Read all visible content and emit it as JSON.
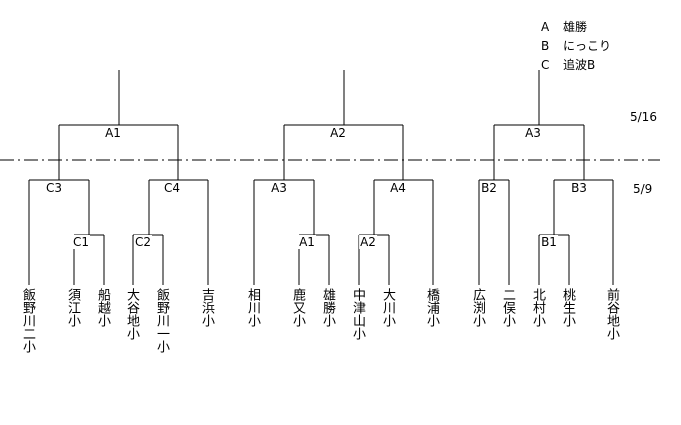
{
  "legend": [
    {
      "key": "A",
      "value": "雄勝"
    },
    {
      "key": "B",
      "value": "にっこり"
    },
    {
      "key": "C",
      "value": "追波B"
    }
  ],
  "dates": {
    "upper": "5/16",
    "lower": "5/9"
  },
  "match_labels": {
    "A1": "A1",
    "A2": "A2",
    "A3": "A3",
    "C3": "C3",
    "C4": "C4",
    "C1": "C1",
    "C2": "C2",
    "R_A3": "A3",
    "R_A4": "A4",
    "R_A1": "A1",
    "R_A2": "A2",
    "B2": "B2",
    "B3": "B3",
    "B1": "B1"
  },
  "teams": [
    "飯野川二小",
    "須江小",
    "船越小",
    "大谷地小",
    "飯野川一小",
    "吉浜小",
    "相川小",
    "鹿又小",
    "雄勝小",
    "中津山小",
    "大川小",
    "橋浦小",
    "広渕小",
    "二俣小",
    "北村小",
    "桃生小",
    "前谷地小"
  ]
}
